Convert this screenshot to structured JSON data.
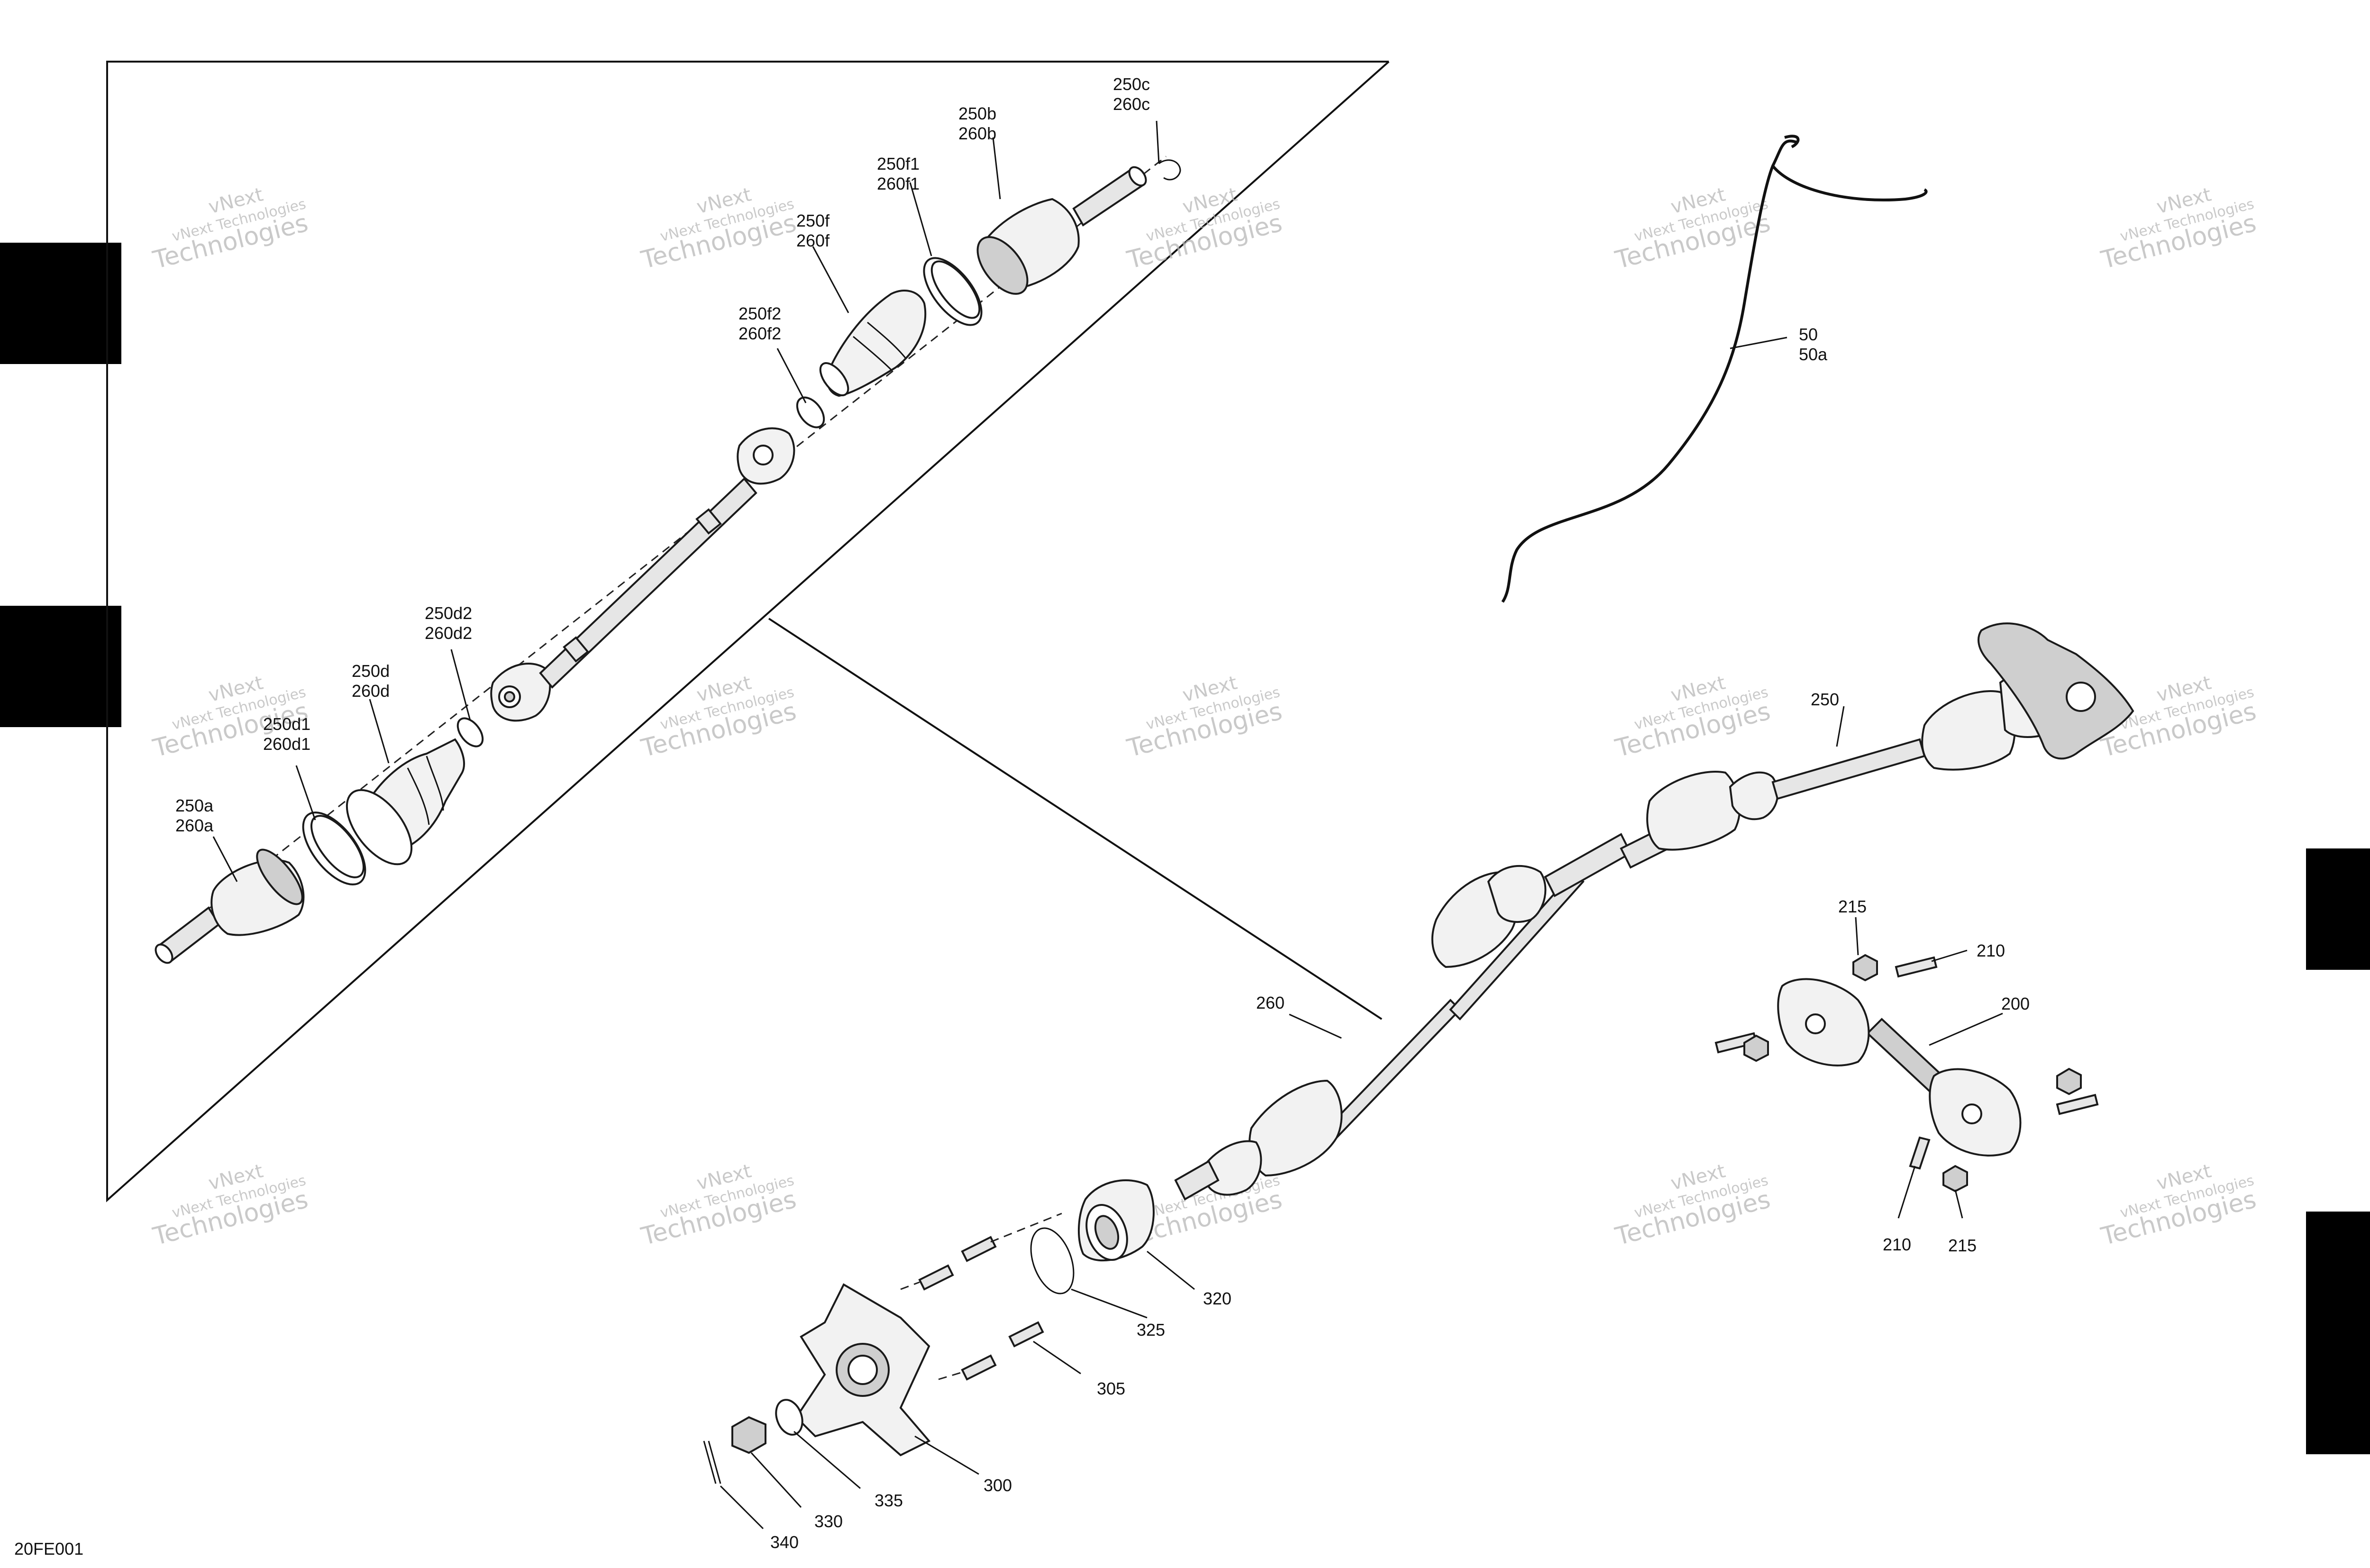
{
  "diagram_code": "20FE001",
  "watermark": {
    "brand": "vNext",
    "line1": "vNext Technologies",
    "line2": "Technologies"
  },
  "callouts": {
    "c250c": [
      "250c",
      "260c"
    ],
    "c250b": [
      "250b",
      "260b"
    ],
    "c250f1": [
      "250f1",
      "260f1"
    ],
    "c250f": [
      "250f",
      "260f"
    ],
    "c250f2": [
      "250f2",
      "260f2"
    ],
    "c250d2": [
      "250d2",
      "260d2"
    ],
    "c250d": [
      "250d",
      "260d"
    ],
    "c250d1": [
      "250d1",
      "260d1"
    ],
    "c250a": [
      "250a",
      "260a"
    ],
    "c50": [
      "50",
      "50a"
    ],
    "c250": "250",
    "c260": "260",
    "c215a": "215",
    "c210a": "210",
    "c200": "200",
    "c210b": "210",
    "c215b": "215",
    "c320": "320",
    "c325": "325",
    "c305": "305",
    "c300": "300",
    "c335": "335",
    "c330": "330",
    "c340": "340"
  }
}
